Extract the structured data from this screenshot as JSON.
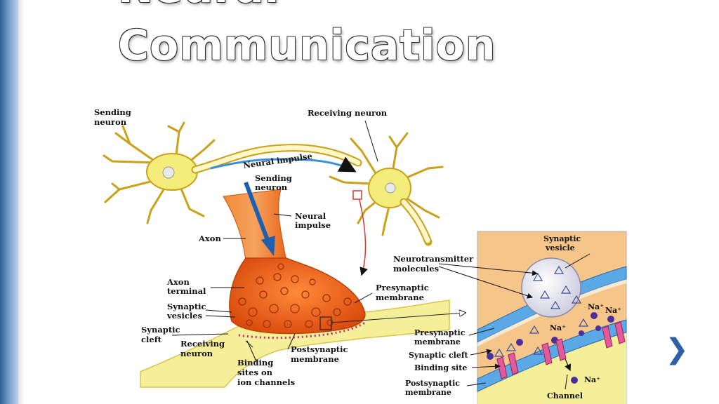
{
  "slide": {
    "title_line1": "Neural",
    "title_line2": "Communication",
    "next_symbol": "❯"
  },
  "diagram": {
    "labels": {
      "sending_neuron_top": [
        "Sending",
        "neuron"
      ],
      "receiving_neuron_top": "Receiving neuron",
      "neural_impulse_top": "Neural impulse",
      "sending_neuron_mid": [
        "Sending",
        "neuron"
      ],
      "neural_impulse_mid": [
        "Neural",
        "impulse"
      ],
      "axon": "Axon",
      "axon_terminal": [
        "Axon",
        "terminal"
      ],
      "synaptic_vesicles": [
        "Synaptic",
        "vesicles"
      ],
      "synaptic_cleft": [
        "Synaptic",
        "cleft"
      ],
      "receiving_neuron_bottom": [
        "Receiving",
        "neuron"
      ],
      "binding_sites": [
        "Binding",
        "sites on",
        "ion channels"
      ],
      "postsynaptic_membrane": [
        "Postsynaptic",
        "membrane"
      ],
      "presynaptic_membrane": [
        "Presynaptic",
        "membrane"
      ],
      "neurotransmitter_molecules": [
        "Neurotransmitter",
        "molecules"
      ]
    },
    "inset_labels": {
      "synaptic_vesicle": [
        "Synaptic",
        "vesicle"
      ],
      "presynaptic_membrane": [
        "Presynaptic",
        "membrane"
      ],
      "synaptic_cleft": "Synaptic cleft",
      "binding_site": "Binding site",
      "postsynaptic_membrane": [
        "Postsynaptic",
        "membrane"
      ],
      "channel": "Channel",
      "na_plus": "Na⁺"
    },
    "colors": {
      "neuron_fill": "#f3ec7a",
      "neuron_stroke": "#c9a21a",
      "axon_orange": "#ef6a1e",
      "impulse_blue": "#3a8fd8",
      "inset_bg": "#f6c58a",
      "membrane_blue": "#5aa8e6",
      "channel_pink": "#e25a9a",
      "ion_purple": "#4b2f9a",
      "nav_blue": "#2f5fa8"
    }
  }
}
